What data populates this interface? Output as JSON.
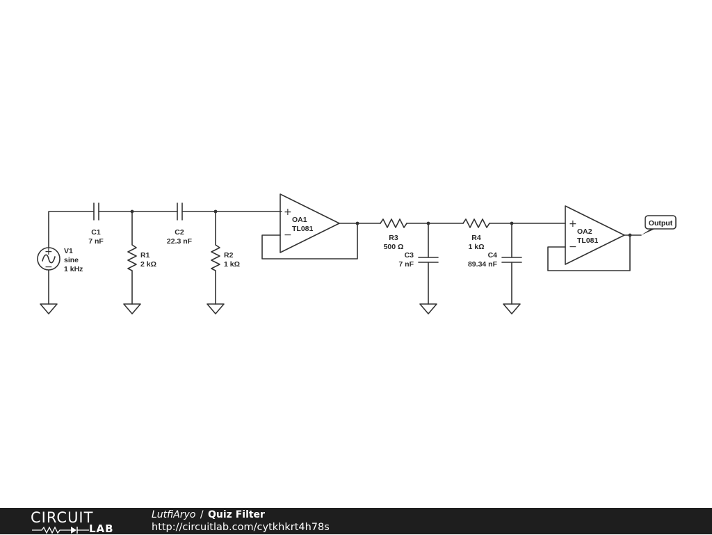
{
  "schematic": {
    "components": {
      "V1": {
        "ref": "V1",
        "type": "sine",
        "freq": "1 kHz"
      },
      "C1": {
        "ref": "C1",
        "value": "7 nF"
      },
      "C2": {
        "ref": "C2",
        "value": "22.3 nF"
      },
      "R1": {
        "ref": "R1",
        "value": "2 kΩ"
      },
      "R2": {
        "ref": "R2",
        "value": "1 kΩ"
      },
      "OA1": {
        "ref": "OA1",
        "part": "TL081"
      },
      "R3": {
        "ref": "R3",
        "value": "500 Ω"
      },
      "C3": {
        "ref": "C3",
        "value": "7 nF"
      },
      "R4": {
        "ref": "R4",
        "value": "1 kΩ"
      },
      "C4": {
        "ref": "C4",
        "value": "89.34 nF"
      },
      "OA2": {
        "ref": "OA2",
        "part": "TL081"
      }
    },
    "output_label": "Output",
    "opamp_plus": "+",
    "opamp_minus": "−"
  },
  "footer": {
    "brand_top": "CIRCUIT",
    "brand_bottom": "LAB",
    "author": "LutfiAryo",
    "separator": "/",
    "title": "Quiz Filter",
    "url": "http://circuitlab.com/cytkhkrt4h78s"
  },
  "colors": {
    "wire": "#333333",
    "footer_bg": "#1e1e1e",
    "footer_text": "#ffffff"
  }
}
